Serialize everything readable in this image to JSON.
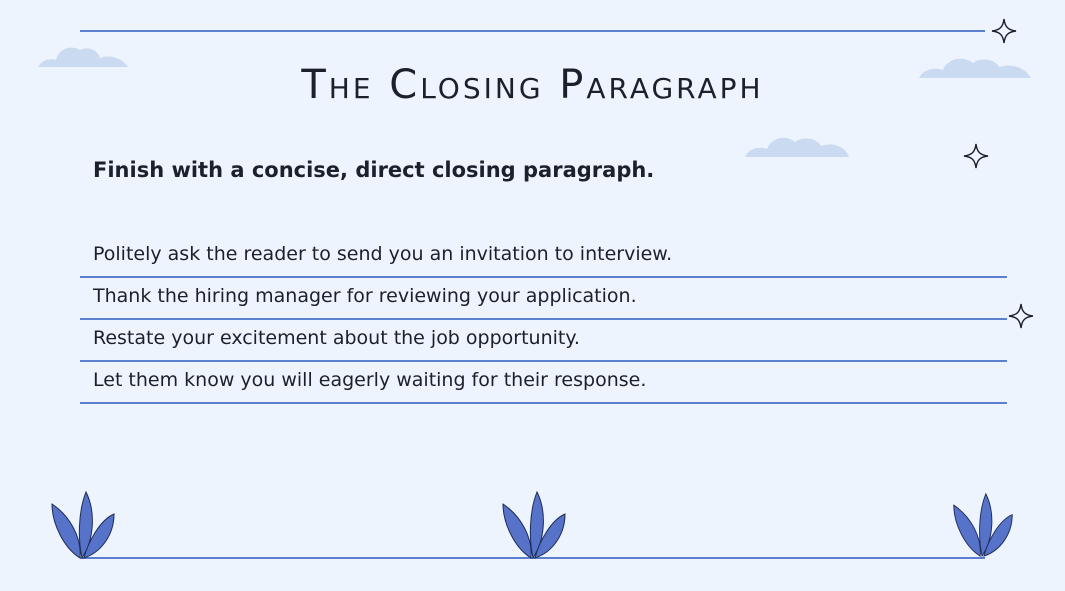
{
  "slide": {
    "title": "The Closing Paragraph",
    "subtitle": "Finish with a concise, direct closing paragraph.",
    "items": [
      "Politely ask the reader to send you an invitation to interview.",
      "Thank the hiring manager for reviewing your application.",
      "Restate your excitement about the job opportunity.",
      "Let them know you will eagerly waiting for their response."
    ]
  },
  "colors": {
    "background": "#eef4fd",
    "accent_line": "#5b7fce",
    "cloud": "#c9daf1",
    "leaf": "#5673c9",
    "text": "#1c1f2c"
  },
  "decorations": {
    "clouds": [
      "cloud-icon",
      "cloud-icon",
      "cloud-icon"
    ],
    "stars": [
      "sparkle-icon",
      "sparkle-icon",
      "sparkle-icon"
    ],
    "plants": [
      "leaf-plant-icon",
      "leaf-plant-icon",
      "leaf-plant-icon"
    ]
  }
}
